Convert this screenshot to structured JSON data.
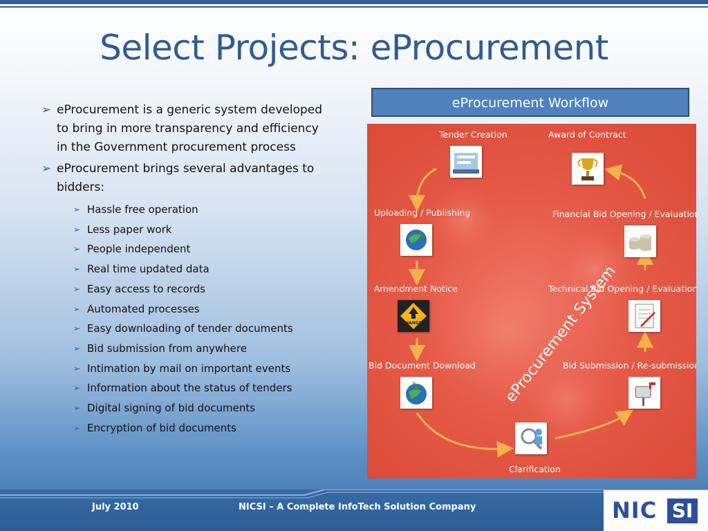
{
  "slide": {
    "title": "Select Projects: eProcurement",
    "bullets": [
      "eProcurement is a generic system developed to bring in more transparency and efficiency  in the Government procurement process",
      "eProcurement brings several advantages to bidders:"
    ],
    "sub_bullets": [
      "Hassle free operation",
      "Less paper work",
      "People independent",
      "Real time updated data",
      "Easy access to records",
      "Automated processes",
      "Easy downloading of tender documents",
      "Bid submission from anywhere",
      "Intimation by mail on important events",
      "Information about the status of tenders",
      "Digital signing of bid documents",
      "Encryption of bid documents"
    ]
  },
  "workflow": {
    "header": "eProcurement Workflow",
    "center_label": "eProcurement System",
    "steps": {
      "tender_creation": "Tender Creation",
      "uploading_publishing": "Uploading / Publishing",
      "amendment_notice": "Amendment Notice",
      "bid_document_download": "Bid Document Download",
      "clarification": "Clarification",
      "bid_submission": "Bid Submission / Re-submission",
      "technical_bid": "Technical Bid Opening / Evaluation",
      "financial_bid": "Financial Bid Opening / Evaluation",
      "award_of_contract": "Award of Contract"
    },
    "changes_sign": "CHANGES"
  },
  "footer": {
    "date": "July  2010",
    "company": "NICSI – A Complete InfoTech Solution Company",
    "logo_left": "NIC",
    "logo_right": "SI"
  },
  "colors": {
    "title": "#2e5c94",
    "header_fill": "#4f81bd",
    "diagram_bg": "#e55a47",
    "arrow": "#f6b24a",
    "footer": "#2c5d95",
    "logo": "#2d4f9c"
  }
}
